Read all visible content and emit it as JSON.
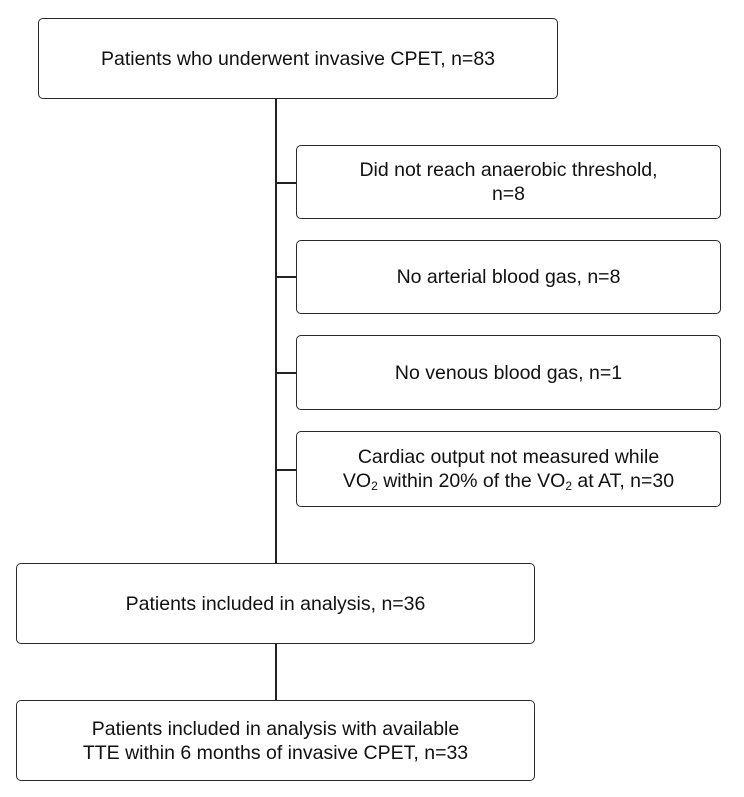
{
  "flowchart": {
    "top_box": "Patients who underwent invasive CPET, n=83",
    "exclusions": [
      {
        "line1": "Did not reach anaerobic threshold,",
        "line2": "n=8"
      },
      {
        "text": "No arterial blood gas, n=8"
      },
      {
        "text": "No venous blood gas, n=1"
      },
      {
        "line1": "Cardiac output not measured while",
        "l2_a": "VO",
        "l2_sub1": "2",
        "l2_b": " within 20% of the VO",
        "l2_sub2": "2",
        "l2_c": " at AT, n=30"
      }
    ],
    "included_box": "Patients included in analysis, n=36",
    "final_box": {
      "line1": "Patients included in analysis with available",
      "line2": "TTE within 6 months of invasive CPET, n=33"
    }
  }
}
